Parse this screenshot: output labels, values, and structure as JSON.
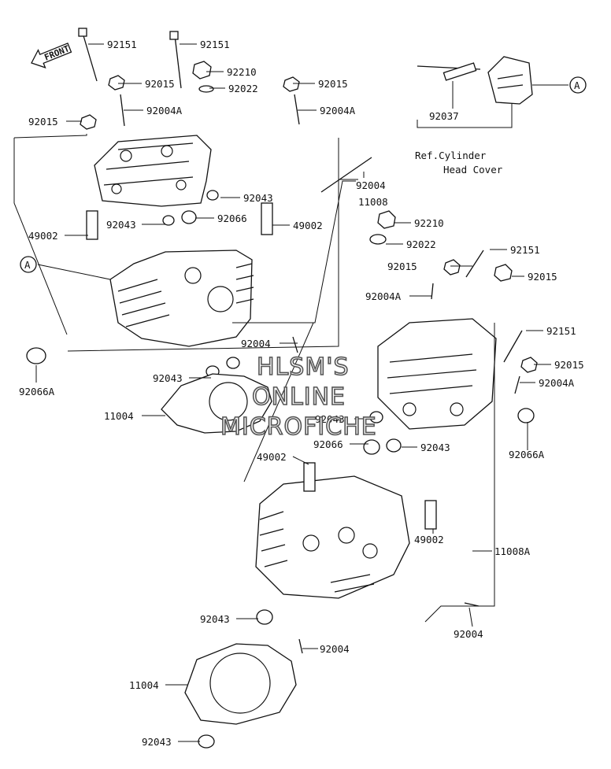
{
  "figure": {
    "front_badge": "FRONT",
    "ref_text_1": "Ref.Cylinder",
    "ref_text_2": "Head Cover",
    "callout_marker": "A",
    "watermark": [
      "HLSM'S",
      "ONLINE",
      "MICROFICHE"
    ]
  },
  "labels": {
    "l01": "92151",
    "l02": "92151",
    "l03": "92210",
    "l04": "92015",
    "l05": "92022",
    "l06": "92015",
    "l07": "92004A",
    "l08": "92004A",
    "l09": "92015",
    "l10": "92037",
    "l11": "92004",
    "l12": "11008",
    "l13": "92043",
    "l14": "92043",
    "l15": "92066",
    "l16": "49002",
    "l17": "49002",
    "l18": "92210",
    "l19": "92022",
    "l20": "92151",
    "l21": "92015",
    "l22": "92015",
    "l23": "92004A",
    "l24": "92004",
    "l25": "92151",
    "l26": "92043",
    "l27": "92015",
    "l28": "92066A",
    "l29": "92004A",
    "l30": "11004",
    "l31": "92043",
    "l32": "92066",
    "l33": "92043",
    "l34": "92066A",
    "l35": "49002",
    "l36": "49002",
    "l37": "11008A",
    "l38": "92043",
    "l39": "92004",
    "l40": "92004",
    "l41": "11004",
    "l42": "92043"
  }
}
